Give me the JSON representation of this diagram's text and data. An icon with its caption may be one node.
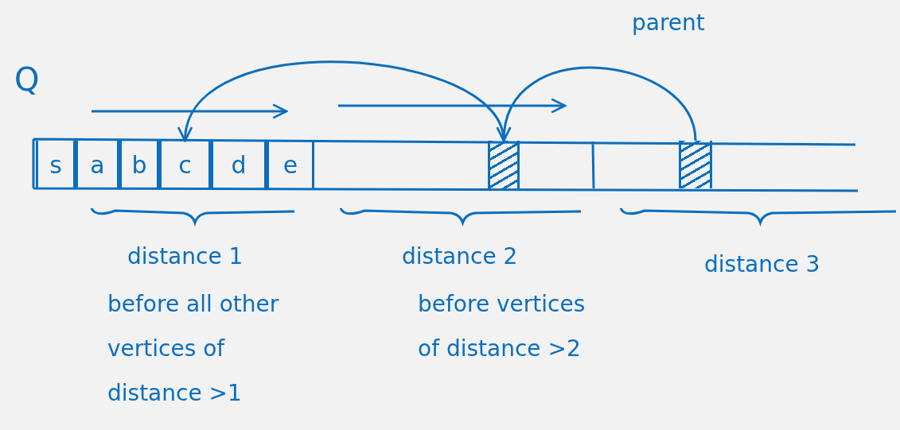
{
  "diagram": {
    "nodes": [
      {
        "text": [
          "s"
        ]
      },
      {
        "text": [
          "a"
        ]
      },
      {
        "text": [
          "b"
        ]
      },
      {
        "text": [
          "c"
        ]
      },
      {
        "text": [
          "d"
        ]
      },
      {
        "text": [
          "e"
        ]
      },
      {
        "text": [],
        "shape": "box"
      },
      {
        "text": [],
        "shape": "box"
      }
    ],
    "edges": [
      {
        "from": 6,
        "to": 3,
        "arrow": "to"
      },
      {
        "from": 7,
        "to": 6,
        "arrow": "to",
        "label": "parent"
      }
    ],
    "labels": [
      "Q",
      "distance 1",
      "distance 2",
      "distance 3",
      "before all other vertices of distance >1",
      "before vertices of distance >2"
    ]
  }
}
